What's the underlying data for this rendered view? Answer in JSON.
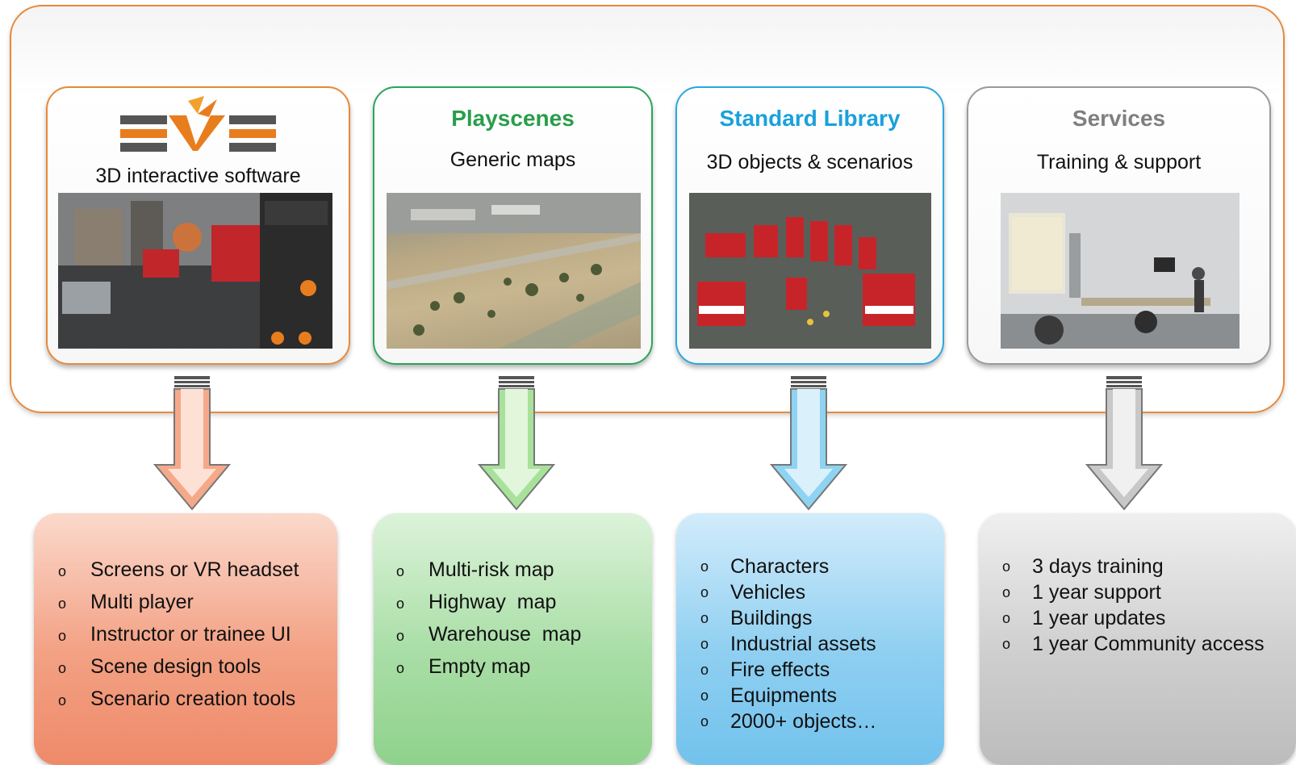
{
  "cards": [
    {
      "title": "",
      "subtitle": "3D interactive software",
      "border_color": "#e8893a",
      "title_color": "#ffffff",
      "image_name": "fire-rescue-simulation-screenshot"
    },
    {
      "title": "Playscenes",
      "subtitle": "Generic maps",
      "border_color": "#2aa55a",
      "title_color": "#2a9d4b",
      "image_name": "aerial-terrain-map-image"
    },
    {
      "title": "Standard Library",
      "subtitle": "3D objects & scenarios",
      "border_color": "#29a8e0",
      "title_color": "#1aa1db",
      "image_name": "fire-vehicles-library-image"
    },
    {
      "title": "Services",
      "subtitle": "Training & support",
      "border_color": "#9a9a9a",
      "title_color": "#7f7f7f",
      "image_name": "training-room-photo"
    }
  ],
  "lists": [
    {
      "items": [
        "Screens or VR headset",
        "Multi player",
        "Instructor or trainee UI",
        "Scene design tools",
        "Scenario creation tools"
      ],
      "color_top": "#fbd9cc",
      "color_bottom": "#f08a6a"
    },
    {
      "items": [
        "Multi-risk map",
        "Highway  map",
        "Warehouse  map",
        "Empty map"
      ],
      "color_top": "#dcf3da",
      "color_bottom": "#93d590"
    },
    {
      "items": [
        "Characters",
        "Vehicles",
        "Buildings",
        "Industrial assets",
        "Fire effects",
        "Equipments",
        "2000+ objects…"
      ],
      "color_top": "#d2ecfb",
      "color_bottom": "#74c3ee"
    },
    {
      "items": [
        "3 days training",
        "1 year support",
        "1 year updates",
        "1 year Community access"
      ],
      "color_top": "#ededed",
      "color_bottom": "#bdbdbd"
    }
  ],
  "bullet_symbol": "o",
  "arrow_colors": [
    "#f5a98a",
    "#a8e29a",
    "#8fd3f2",
    "#c8c8c8"
  ]
}
